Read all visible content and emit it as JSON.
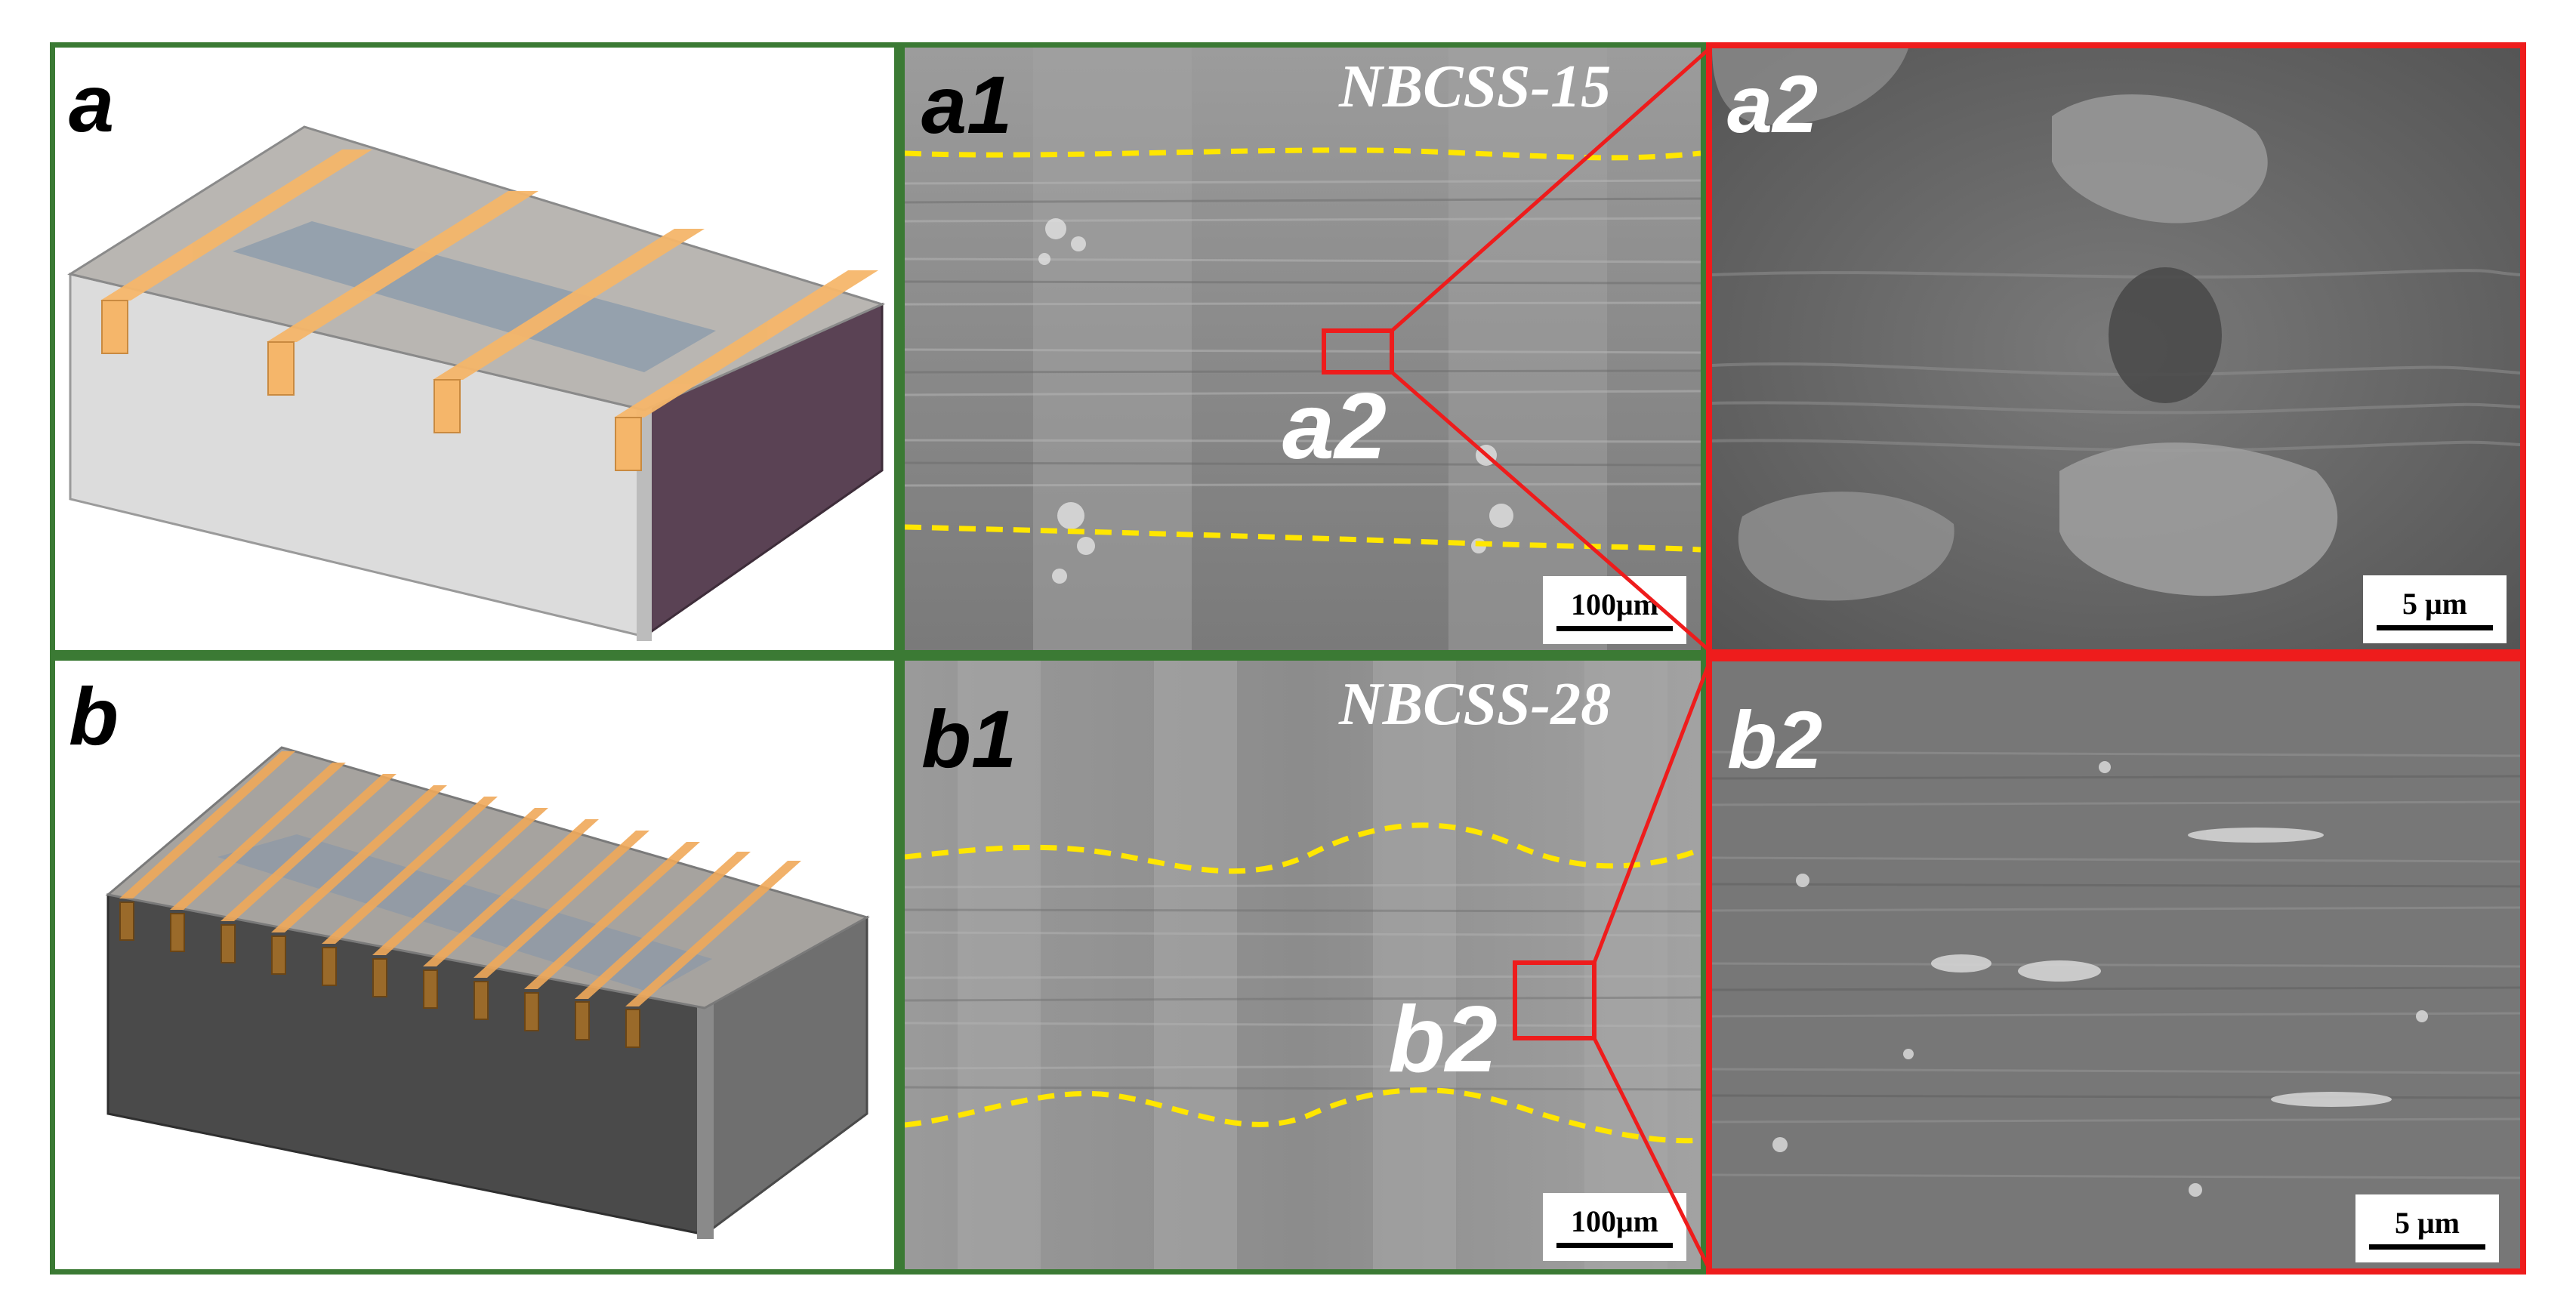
{
  "panels": {
    "a": {
      "label": "a"
    },
    "b": {
      "label": "b"
    },
    "a1": {
      "label": "a1",
      "sample": "NBCSS-15",
      "scale": "100μm",
      "callout": "a2"
    },
    "a2": {
      "label": "a2",
      "scale": "5 μm"
    },
    "b1": {
      "label": "b1",
      "sample": "NBCSS-28",
      "scale": "100μm",
      "callout": "b2"
    },
    "b2": {
      "label": "b2",
      "scale": "5 μm"
    }
  },
  "colors": {
    "green_frame": "#3b7a34",
    "red_frame": "#ee1c1c",
    "stripe": "#f5b66a",
    "track_dashed": "#ffe600",
    "block_light": "#d9d9d9",
    "block_dark": "#4a4a4a",
    "side_purple": "#5a4254"
  }
}
